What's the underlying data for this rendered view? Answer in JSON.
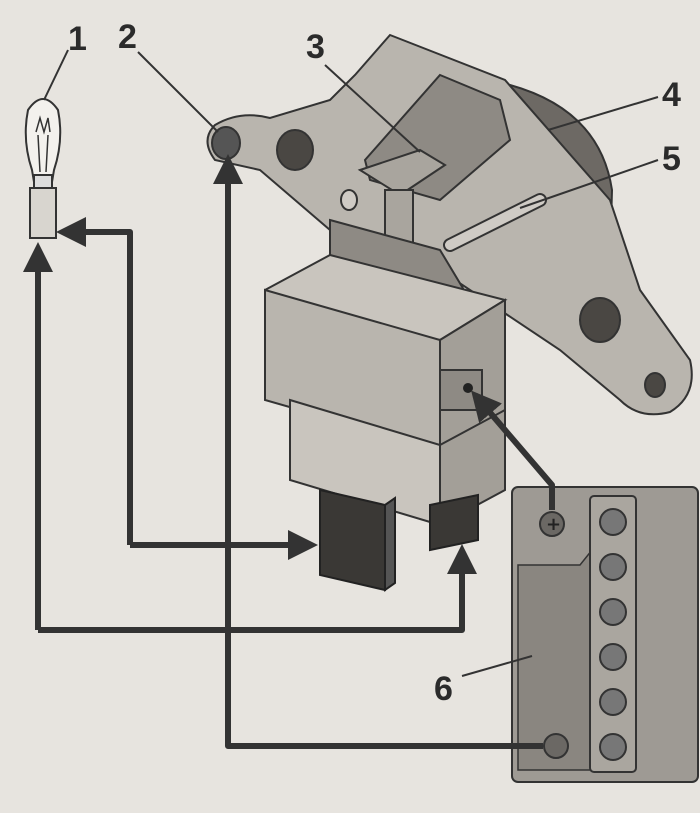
{
  "callouts": [
    {
      "id": "1",
      "label": "1"
    },
    {
      "id": "2",
      "label": "2"
    },
    {
      "id": "3",
      "label": "3"
    },
    {
      "id": "4",
      "label": "4"
    },
    {
      "id": "5",
      "label": "5"
    },
    {
      "id": "6",
      "label": "6"
    }
  ],
  "battery": {
    "positive_symbol": "+"
  },
  "colors": {
    "background": "#e7e4df",
    "metal": "#b9b5ae",
    "metal_dark": "#8e8a84",
    "battery": "#9e9a94",
    "wire": "#333333"
  }
}
